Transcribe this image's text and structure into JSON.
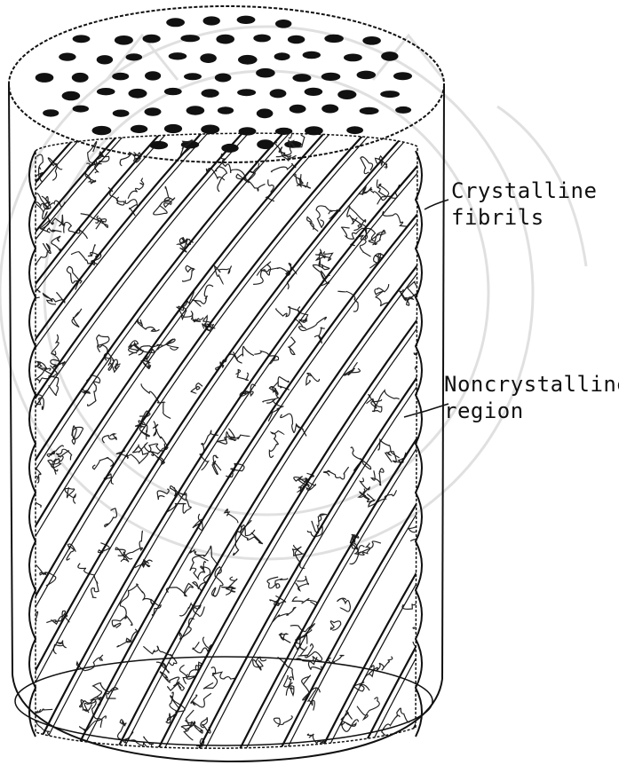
{
  "labels": {
    "crystalline": {
      "line1": "Crystalline",
      "line2": "fibrils"
    },
    "noncrystalline": {
      "line1": "Noncrystalline",
      "line2": "region"
    }
  },
  "colors": {
    "ink": "#111111",
    "background": "#ffffff",
    "watermark": "#d9d9d9"
  },
  "decor": {
    "watermark": "faint circular institutional seal behind the drawing",
    "texture": "wavy tangled polymer chains"
  }
}
